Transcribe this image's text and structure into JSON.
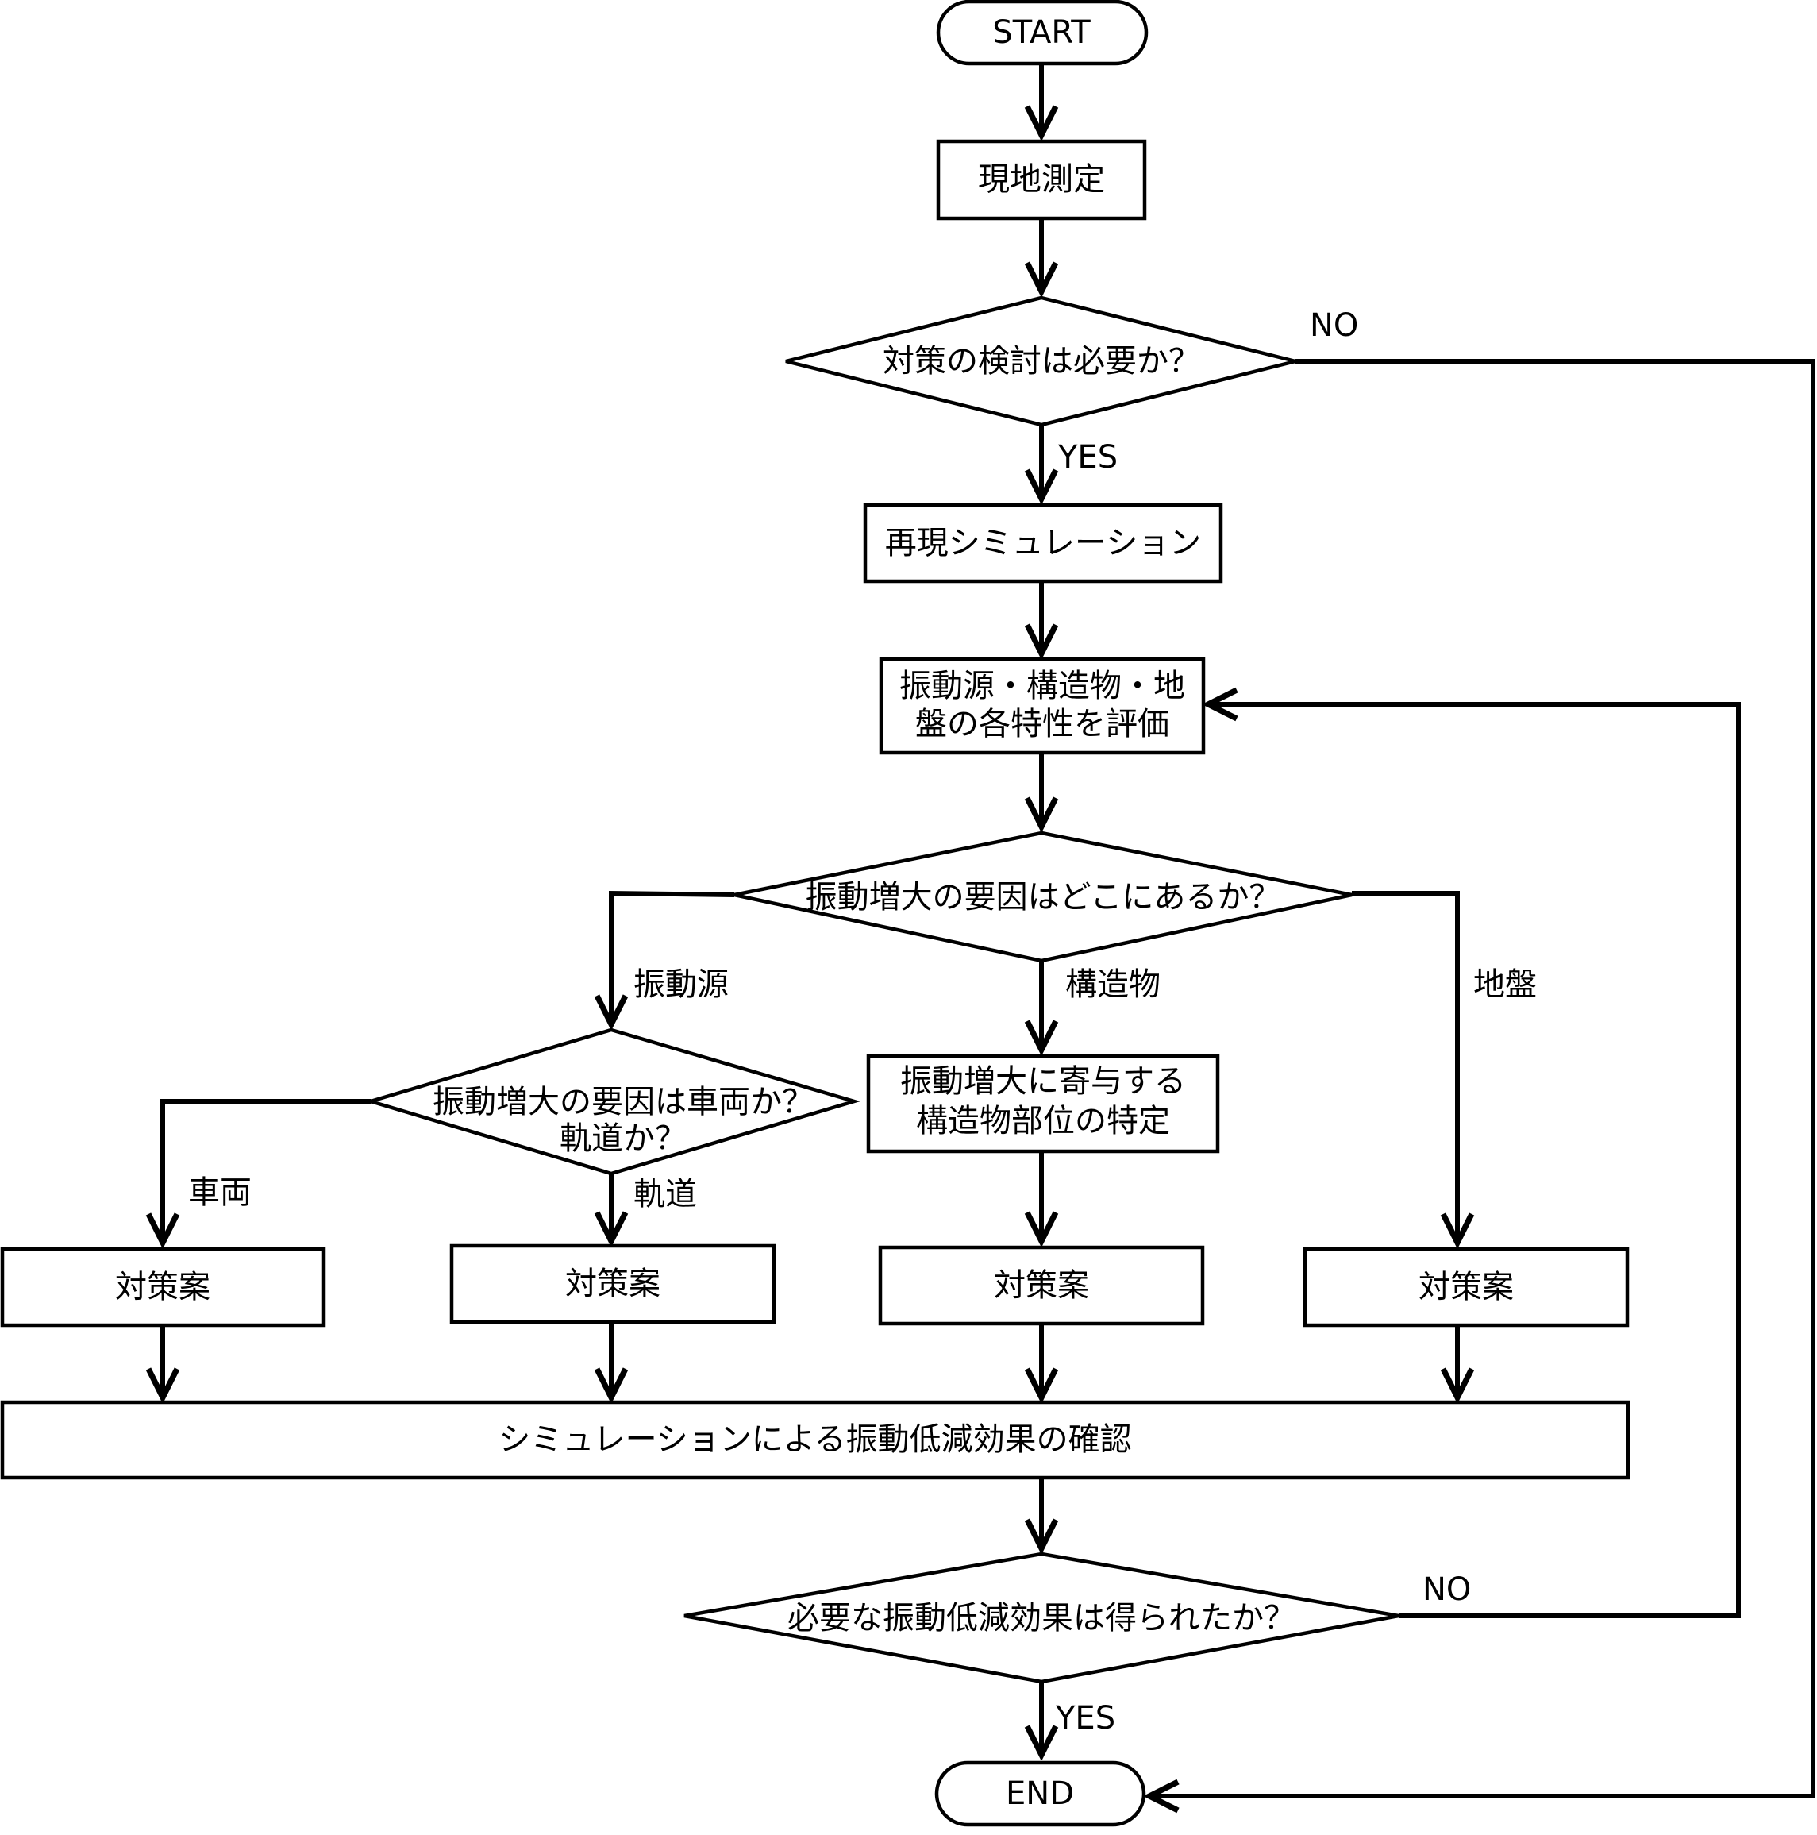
{
  "nodes": {
    "start": "START",
    "field_measurement": "現地測定",
    "need_countermeasure": "対策の検討は必要か？",
    "reproduction_sim": "再現シミュレーション",
    "evaluate_line1": "振動源・構造物・地",
    "evaluate_line2": "盤の各特性を評価",
    "cause_location": "振動増大の要因はどこにあるか？",
    "vehicle_or_track_line1": "振動増大の要因は車両か？",
    "vehicle_or_track_line2": "軌道か？",
    "identify_line1": "振動増大に寄与する",
    "identify_line2": "構造物部位の特定",
    "countermeasure_vehicle": "対策案",
    "countermeasure_track": "対策案",
    "countermeasure_structure": "対策案",
    "countermeasure_ground": "対策案",
    "verify_sim": "シミュレーションによる振動低減効果の確認",
    "effect_obtained": "必要な振動低減効果は得られたか？",
    "end": "END"
  },
  "edge_labels": {
    "need_no": "NO",
    "need_yes": "YES",
    "source": "振動源",
    "structure": "構造物",
    "ground": "地盤",
    "vehicle": "車両",
    "track": "軌道",
    "effect_no": "NO",
    "effect_yes": "YES"
  },
  "colors": {
    "stroke": "#000000",
    "fill": "#ffffff"
  }
}
